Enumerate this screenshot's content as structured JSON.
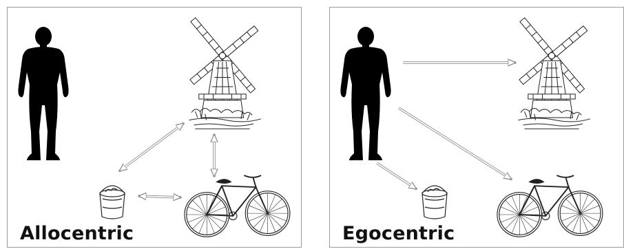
{
  "panels": [
    {
      "id": "allocentric",
      "caption": "Allocentric"
    },
    {
      "id": "egocentric",
      "caption": "Egocentric"
    }
  ],
  "colors": {
    "silhouette": "#000000",
    "arrow_fill": "#ffffff",
    "arrow_stroke": "#8a8a8a",
    "border": "#9a9a9a",
    "caption": "#111111"
  },
  "icons": [
    "person-silhouette-icon",
    "windmill-icon",
    "bucket-icon",
    "bicycle-icon"
  ]
}
